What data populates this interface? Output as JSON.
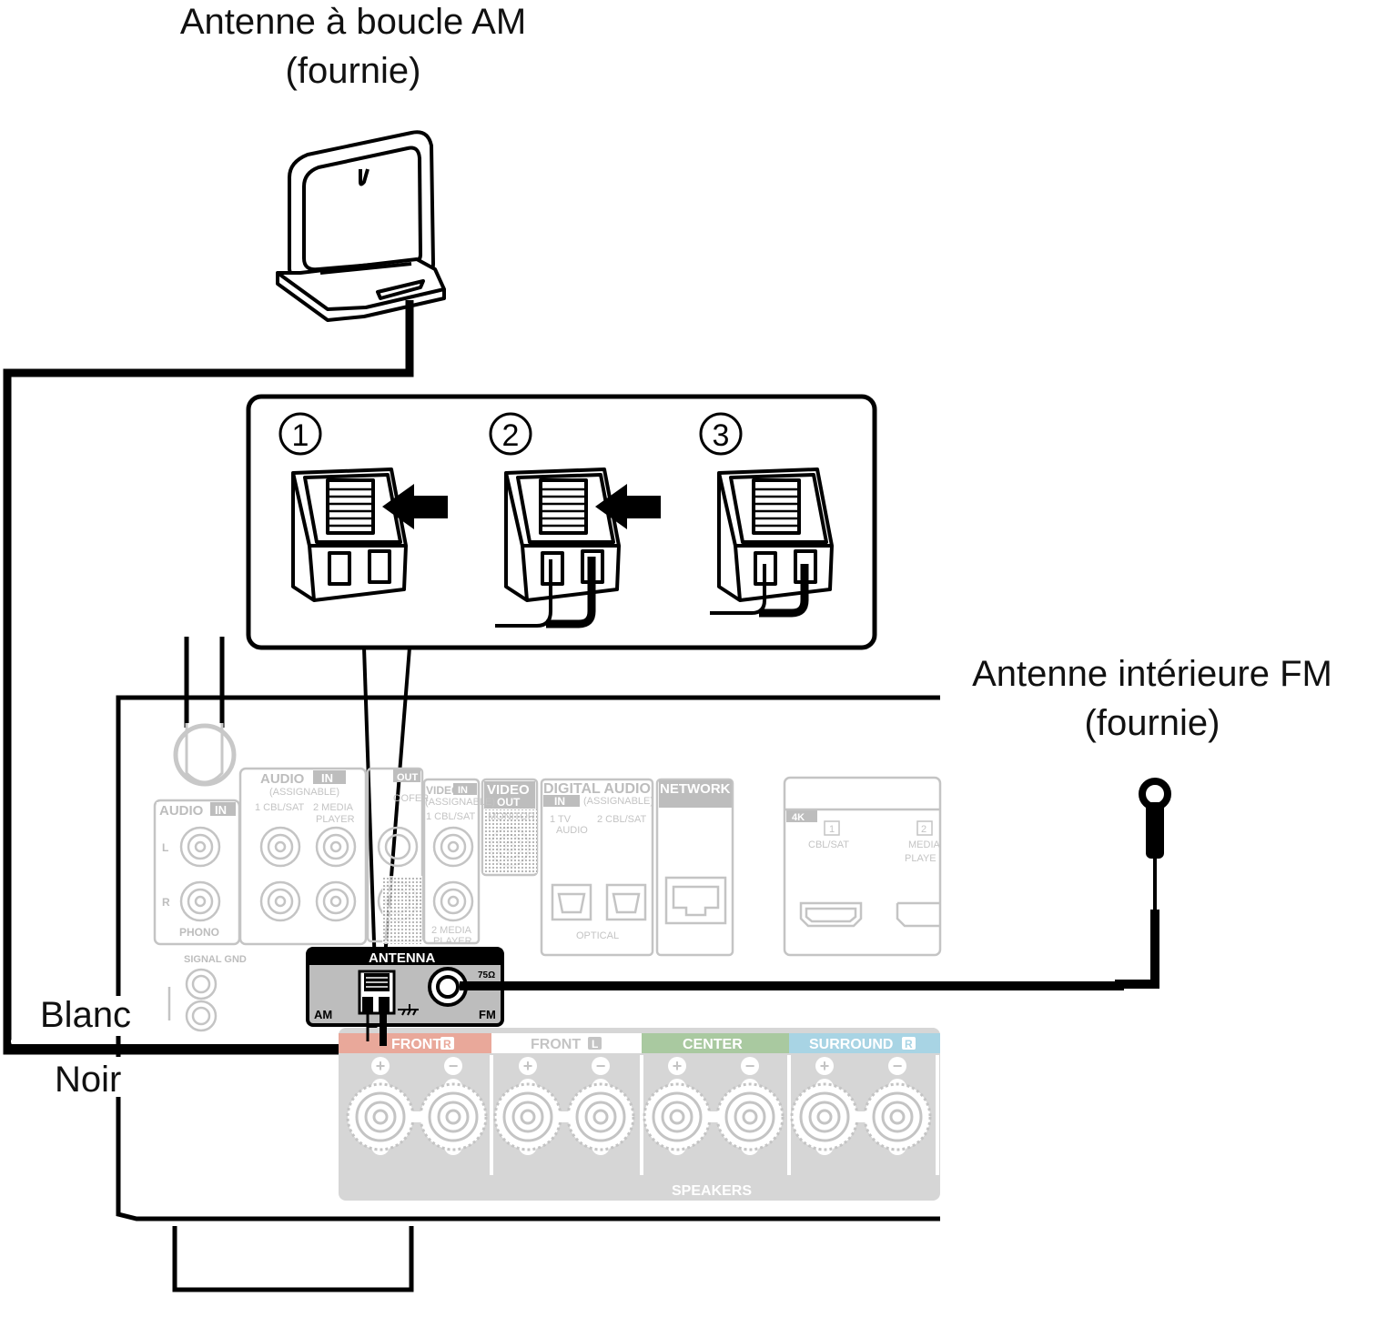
{
  "labels": {
    "am_antenna_line1": "Antenne à boucle AM",
    "am_antenna_line2": "(fournie)",
    "fm_antenna_line1": "Antenne intérieure FM",
    "fm_antenna_line2": "(fournie)",
    "white_wire": "Blanc",
    "black_wire": "Noir"
  },
  "steps": [
    "1",
    "2",
    "3"
  ],
  "panel": {
    "audio_in": "AUDIO",
    "in_badge": "IN",
    "l": "L",
    "r": "R",
    "phono": "PHONO",
    "signal_gnd": "SIGNAL GND",
    "assignable": "(ASSIGNABLE)",
    "cbl_sat_1": "1 CBL/SAT",
    "media_player_2": "2 MEDIA",
    "player": "PLAYER",
    "out_badge": "OUT",
    "subwoofer": "OOFER",
    "video": "VIDEO",
    "video_out": "VIDEO",
    "monitor": "MONITOR",
    "digital_audio": "DIGITAL AUDIO",
    "tv_audio_1": "1   TV",
    "tv_audio_2": "AUDIO",
    "cbl_sat_2": "2 CBL/SAT",
    "optical": "OPTICAL",
    "network": "NETWORK",
    "hdmi_4k": "4K",
    "hdmi_1": "1",
    "hdmi_1_label": "CBL/SAT",
    "hdmi_2": "2",
    "hdmi_2_label_1": "MEDIA",
    "hdmi_2_label_2": "PLAYE",
    "antenna": "ANTENNA",
    "am": "AM",
    "fm": "FM",
    "ohm": "75Ω",
    "front_r": "FRONT",
    "front_l": "FRONT",
    "center": "CENTER",
    "surround_r": "SURROUND",
    "speakers": "SPEAKERS",
    "badge_r": "R",
    "badge_l": "L",
    "badge_2": "2"
  },
  "colors": {
    "front_r": "#e9a89a",
    "front_l": "#ffffff",
    "center": "#a9c9a0",
    "surround_r": "#a8d4e4",
    "panel_gray": "#bdbdbd"
  }
}
